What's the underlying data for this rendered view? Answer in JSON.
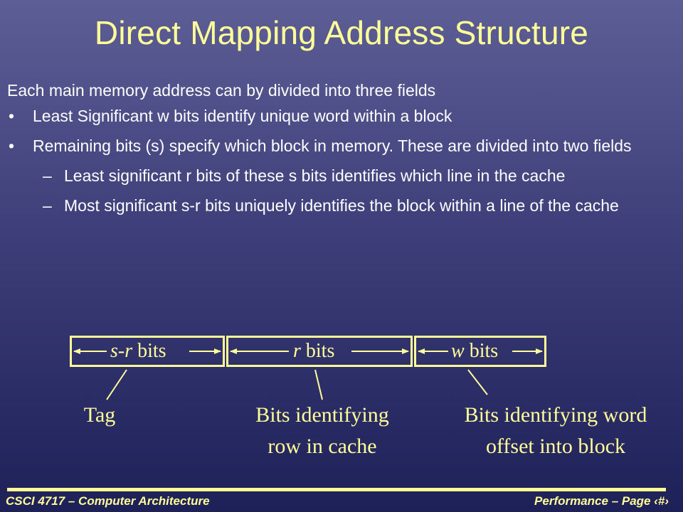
{
  "slide": {
    "title": "Direct Mapping Address Structure",
    "intro": "Each main memory address can by divided into three fields",
    "bullets": [
      {
        "marker": "•",
        "text": "Least Significant w bits identify unique word within a block"
      },
      {
        "marker": "•",
        "text": "Remaining bits (s) specify which block in memory.  These are divided into two fields"
      }
    ],
    "sub_bullets": [
      {
        "marker": "–",
        "text": "Least significant r bits of these s bits identifies which line in the cache"
      },
      {
        "marker": "–",
        "text": "Most significant s-r bits uniquely identifies the block within a line of the cache"
      }
    ]
  },
  "diagram": {
    "fields": [
      {
        "var": "s-r",
        "unit": "bits"
      },
      {
        "var": "r",
        "unit": "bits"
      },
      {
        "var": "w",
        "unit": "bits"
      }
    ],
    "captions": [
      {
        "text": "Tag"
      },
      {
        "line1": "Bits identifying",
        "line2": "row in cache"
      },
      {
        "line1": "Bits identifying word",
        "line2": "offset into block"
      }
    ]
  },
  "footer": {
    "left": "CSCI 4717 – Computer Architecture",
    "right": "Performance – Page ‹#›"
  },
  "colors": {
    "text_yellow": "#ffff99",
    "body_white": "#ffffff",
    "background_top": "#5e5e96",
    "background_bottom": "#1e2058"
  }
}
